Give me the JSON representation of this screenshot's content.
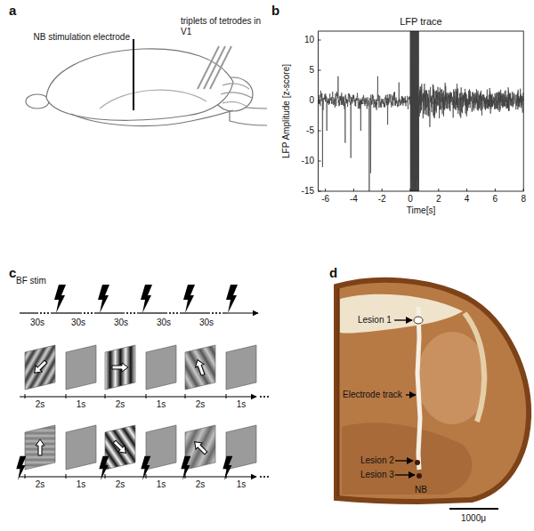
{
  "diagram": {
    "labels": [
      "a",
      "NB stimulation electrode",
      "triplets of tetrodes in V1",
      "b",
      "LFP trace",
      "10",
      "5",
      "0",
      "-5",
      "-10",
      "-15",
      "LFP Amplitude [z-score]",
      "-6",
      "-4",
      "-2",
      "0",
      "2",
      "4",
      "6",
      "8",
      "Time[s]",
      "c",
      "BF stim",
      "30s",
      "30s",
      "30s",
      "30s",
      "30s",
      "2s",
      "1s",
      "2s",
      "1s",
      "2s",
      "1s",
      "2s",
      "1s",
      "2s",
      "1s",
      "2s",
      "1s",
      "d",
      "Lesion 1",
      "Electrode track",
      "Lesion 2",
      "Lesion 3",
      "NB",
      "1000μ"
    ]
  }
}
